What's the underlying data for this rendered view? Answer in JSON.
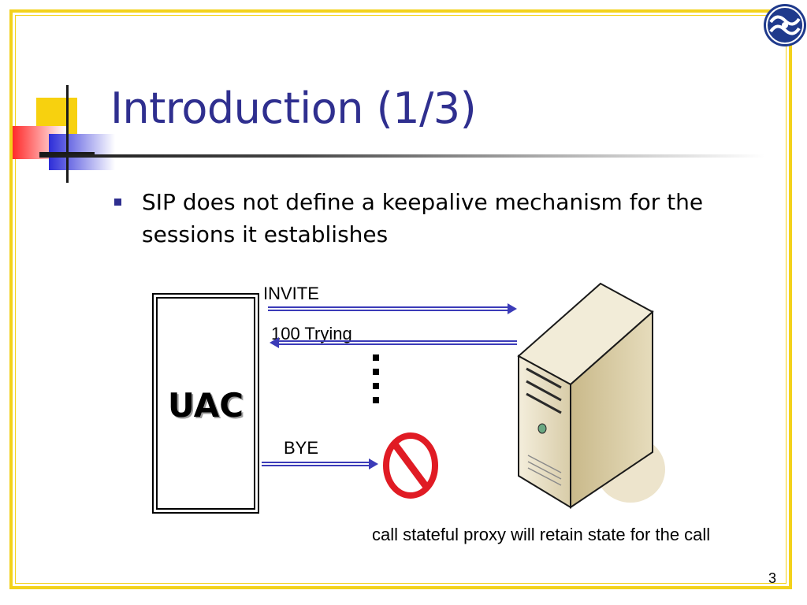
{
  "slide": {
    "title": "Introduction (1/3)",
    "bullets": [
      "SIP does not define a keepalive mechanism for the sessions it establishes"
    ],
    "page_number": "3"
  },
  "diagram": {
    "client_label": "UAC",
    "messages": [
      {
        "label": "INVITE",
        "direction": "right"
      },
      {
        "label": "100 Trying",
        "direction": "left"
      },
      {
        "label": "BYE",
        "direction": "right",
        "blocked": true
      }
    ],
    "server_icon": "server-tower-icon",
    "blocked_icon": "prohibited-icon",
    "caption": "call stateful proxy will retain state for the call"
  },
  "colors": {
    "frame": "#f3d21b",
    "title": "#2f2f8f",
    "arrow": "#3b3bb8",
    "prohibited": "#e01b24"
  }
}
